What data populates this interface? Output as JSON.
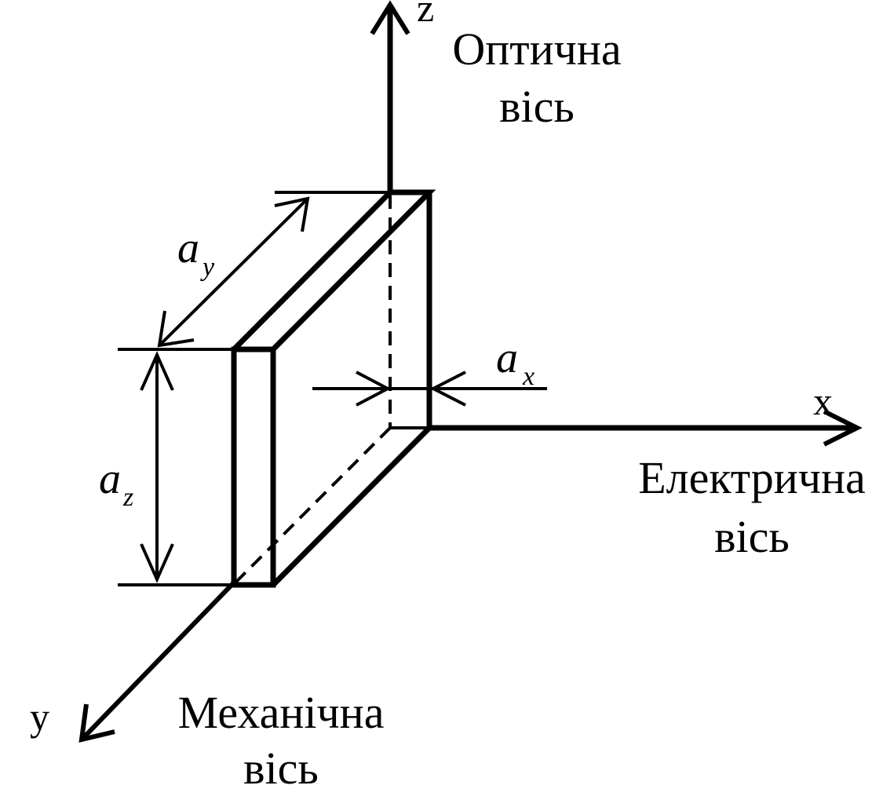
{
  "axes": {
    "z": {
      "letter": "z",
      "name_line1": "Оптична",
      "name_line2": "вісь"
    },
    "x": {
      "letter": "x",
      "name_line1": "Електрична",
      "name_line2": "вісь"
    },
    "y": {
      "letter": "y",
      "name_line1": "Механічна",
      "name_line2": "вісь"
    }
  },
  "dimensions": {
    "ay": {
      "symbol": "a",
      "subscript": "y"
    },
    "az": {
      "symbol": "a",
      "subscript": "z"
    },
    "ax": {
      "symbol": "a",
      "subscript": "x"
    }
  },
  "colors": {
    "stroke": "#000000",
    "background": "#ffffff"
  }
}
